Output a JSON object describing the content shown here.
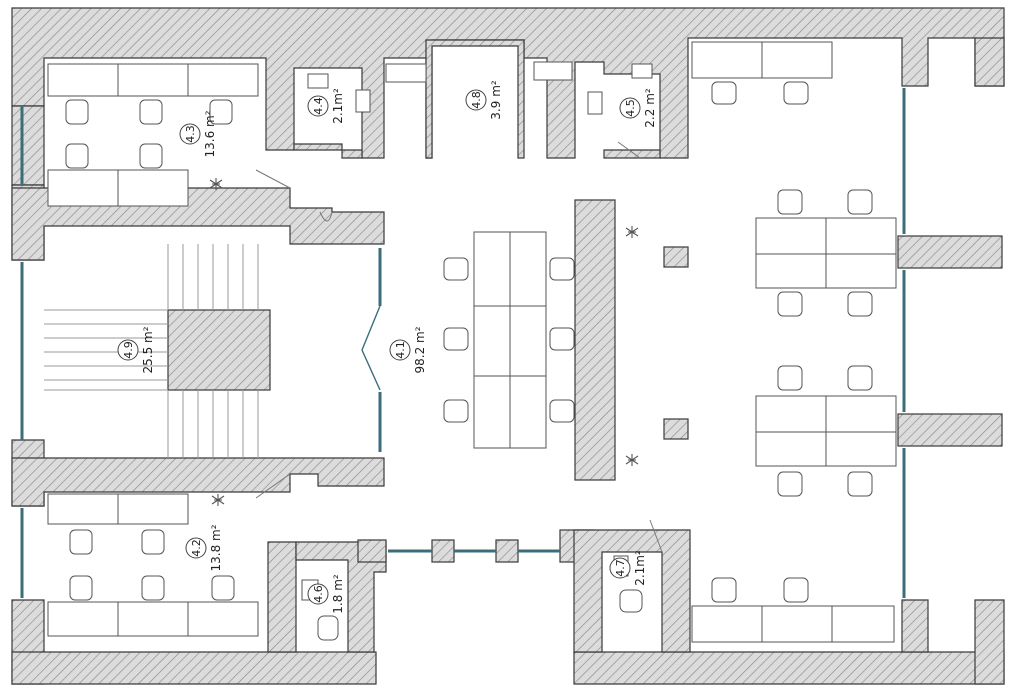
{
  "colors": {
    "wall_fill": "#d9d9d9",
    "wall_stroke": "#3a3a3a",
    "glass": "#3b6e7a",
    "furniture_stroke": "#555555",
    "hatch": "#8a8a8a"
  },
  "rooms": [
    {
      "id": "4.1",
      "area": "98.2 m²"
    },
    {
      "id": "4.2",
      "area": "13.8 m²"
    },
    {
      "id": "4.3",
      "area": "13.6 m²"
    },
    {
      "id": "4.4",
      "area": "2.1m²"
    },
    {
      "id": "4.5",
      "area": "2.2 m²"
    },
    {
      "id": "4.6",
      "area": "1.8 m²"
    },
    {
      "id": "4.7",
      "area": "2.1m²"
    },
    {
      "id": "4.8",
      "area": "3.9 m²"
    },
    {
      "id": "4.9",
      "area": "25.5 m²"
    }
  ]
}
